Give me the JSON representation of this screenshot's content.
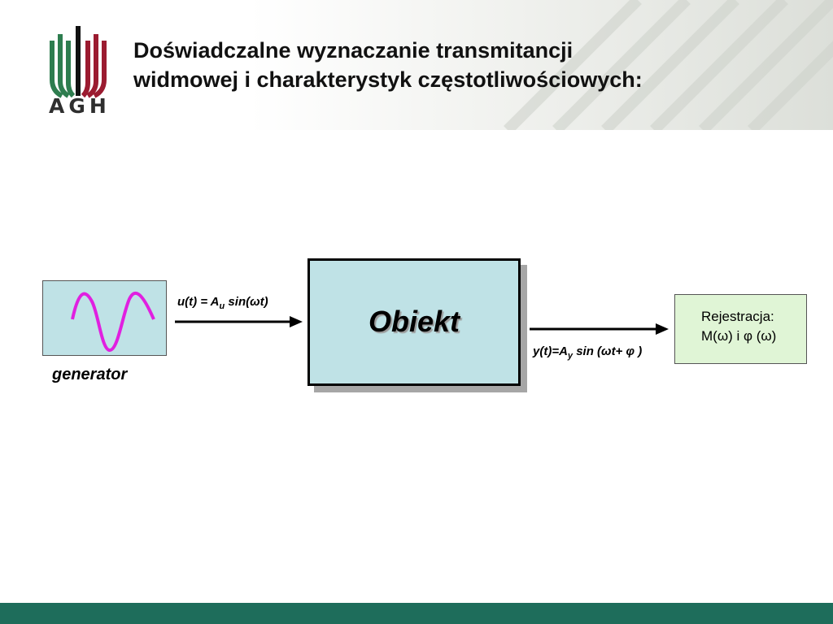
{
  "slide": {
    "title_line1": "Doświadczalne wyznaczanie transmitancji",
    "title_line2": "widmowej i charakterystyk częstotliwościowych:",
    "logo_text": "AGH"
  },
  "diagram": {
    "generator_label": "generator",
    "object_label": "Obiekt",
    "input_signal": {
      "prefix": "u(t) = A",
      "sub": "u",
      "suffix": " sin(ωt)"
    },
    "output_signal": {
      "prefix": "y(t)=A",
      "sub": "y",
      "suffix": " sin (ωt+ φ )"
    },
    "register_line1": "Rejestracja:",
    "register_line2": "M(ω) i φ (ω)"
  },
  "colors": {
    "block_fill": "#bfe2e6",
    "register_fill": "#e0f5d6",
    "sine_wave": "#e020e0",
    "footer_bar": "#1e6d5b",
    "logo_green": "#2e7d4f",
    "logo_red": "#9b1b30"
  }
}
